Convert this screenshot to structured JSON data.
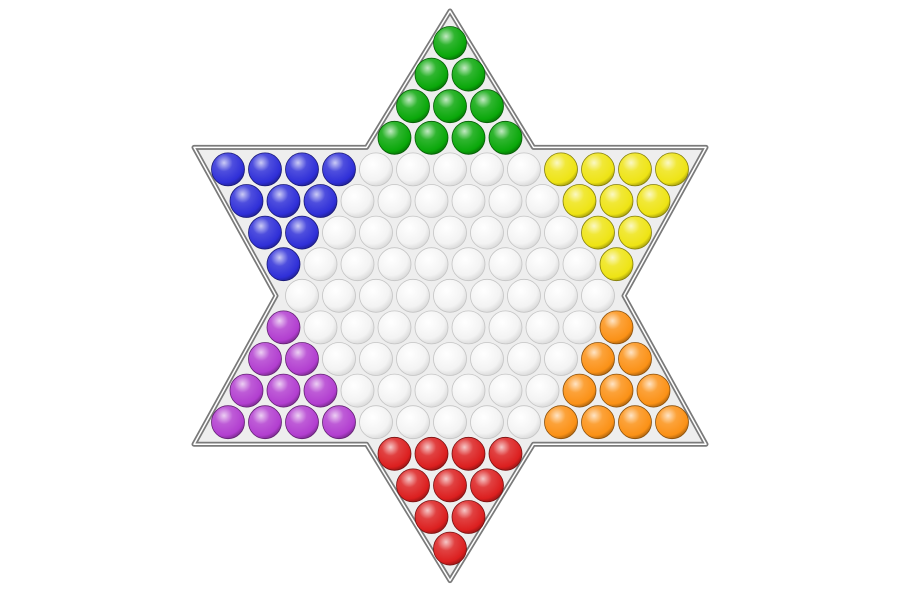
{
  "game": {
    "board_shape": "six-pointed-star",
    "board_rows": [
      1,
      2,
      3,
      4,
      13,
      12,
      11,
      10,
      9,
      10,
      11,
      12,
      13,
      4,
      3,
      2,
      1
    ],
    "total_holes": 121,
    "marbles_per_player": 10,
    "players": [
      {
        "color_name": "green",
        "point": "top",
        "color": "#0aa80a",
        "marbles": 10
      },
      {
        "color_name": "blue",
        "point": "upper-left",
        "color": "#2f2fd8",
        "marbles": 10
      },
      {
        "color_name": "yellow",
        "point": "upper-right",
        "color": "#eee414",
        "marbles": 10
      },
      {
        "color_name": "purple",
        "point": "lower-left",
        "color": "#b23ed0",
        "marbles": 10
      },
      {
        "color_name": "orange",
        "point": "lower-right",
        "color": "#fb9116",
        "marbles": 10
      },
      {
        "color_name": "red",
        "point": "bottom",
        "color": "#dc1f1f",
        "marbles": 10
      }
    ],
    "empty_hole_color": "#f3f3f3",
    "board_fill": "#eeeeee",
    "board_outline": "#7a7a7a"
  }
}
